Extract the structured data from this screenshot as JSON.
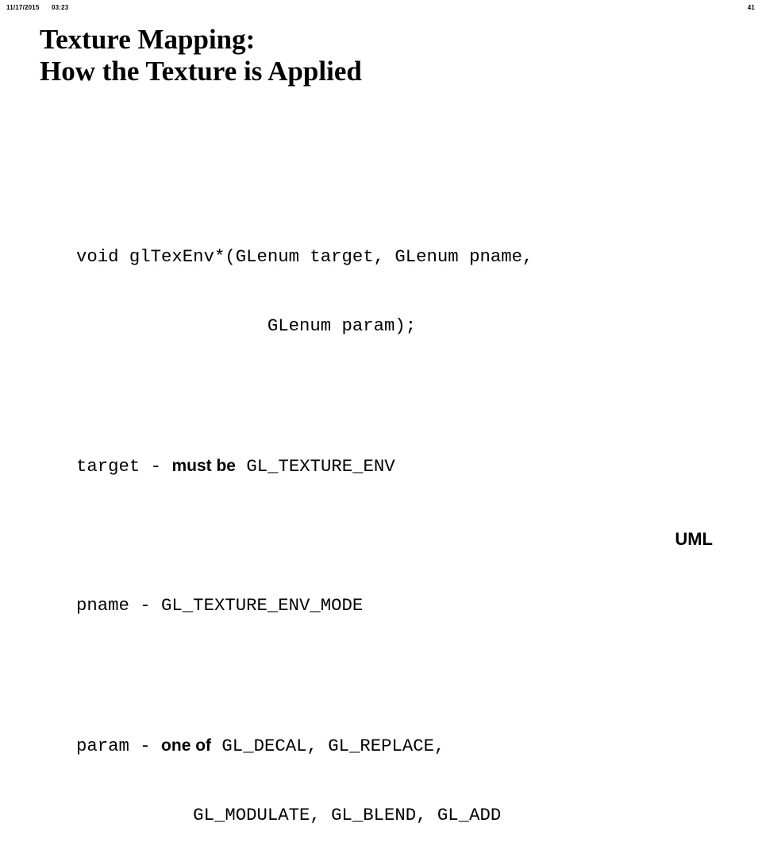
{
  "header": {
    "date": "11/17/2015",
    "time": "03:23",
    "page_number": "41"
  },
  "title": {
    "line1": "Texture Mapping:",
    "line2": "How the Texture is Applied"
  },
  "code": {
    "signature_line1": "void glTexEnv*(GLenum target, GLenum pname,",
    "signature_line2": "                  GLenum param);",
    "target_prefix": "target - ",
    "target_prose": "must be",
    "target_value": " GL_TEXTURE_ENV",
    "pname_line": "pname - GL_TEXTURE_ENV_MODE",
    "param_prefix": "param - ",
    "param_prose": "one of",
    "param_value_line1": " GL_DECAL, GL_REPLACE,",
    "param_value_line2": "           GL_MODULATE, GL_BLEND, GL_ADD"
  },
  "footer": {
    "label": "UML"
  }
}
